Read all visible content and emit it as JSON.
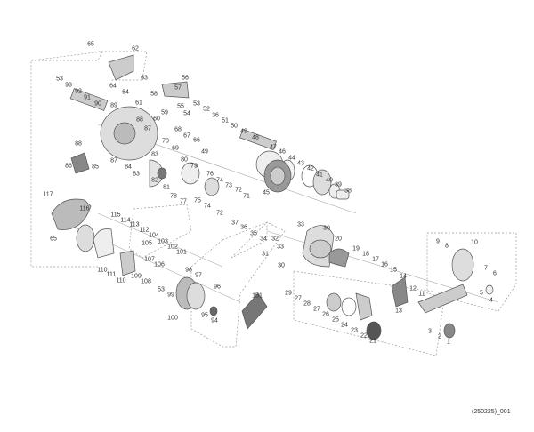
{
  "diagram": {
    "labels": [
      "65",
      "62",
      "63",
      "64",
      "64",
      "56",
      "53",
      "93",
      "92",
      "91",
      "90",
      "57",
      "58",
      "61",
      "60",
      "59",
      "55",
      "54",
      "53",
      "52",
      "36",
      "51",
      "50",
      "49",
      "48",
      "89",
      "88",
      "87",
      "68",
      "67",
      "66",
      "70",
      "69",
      "49",
      "88",
      "87",
      "86",
      "85",
      "84",
      "83",
      "83",
      "82",
      "81",
      "80",
      "79",
      "76",
      "74",
      "73",
      "72",
      "71",
      "78",
      "77",
      "75",
      "74",
      "72",
      "47",
      "46",
      "45",
      "44",
      "43",
      "42",
      "41",
      "40",
      "39",
      "38",
      "37",
      "36",
      "35",
      "34",
      "32",
      "33",
      "33",
      "30",
      "31",
      "30",
      "20",
      "19",
      "18",
      "17",
      "16",
      "15",
      "14",
      "12",
      "11",
      "13",
      "29",
      "27",
      "28",
      "27",
      "26",
      "25",
      "24",
      "23",
      "22",
      "21",
      "151",
      "10",
      "9",
      "8",
      "7",
      "6",
      "5",
      "4",
      "3",
      "2",
      "1",
      "117",
      "116",
      "65",
      "115",
      "114",
      "113",
      "112",
      "104",
      "103",
      "102",
      "101",
      "105",
      "107",
      "106",
      "110",
      "111",
      "110",
      "109",
      "108",
      "98",
      "97",
      "53",
      "99",
      "96",
      "95",
      "94",
      "100"
    ],
    "footer": "(250225)_001"
  }
}
